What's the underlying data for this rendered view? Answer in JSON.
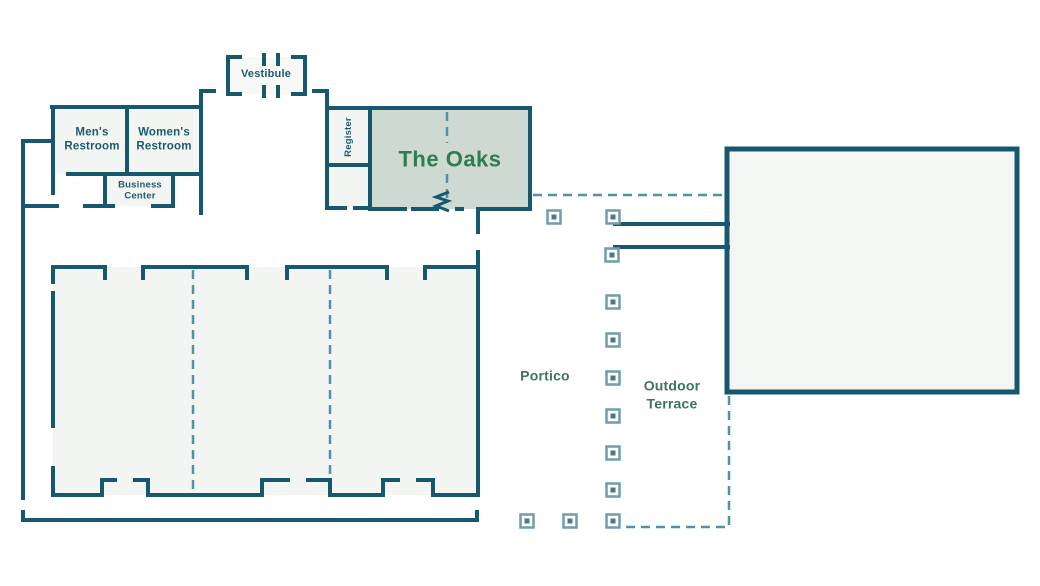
{
  "diagram": {
    "type": "floor-plan",
    "rooms": {
      "vestibule": {
        "label": "Vestibule"
      },
      "mens_restroom": {
        "label": "Men's Restroom"
      },
      "womens_restroom": {
        "label": "Women's Restroom"
      },
      "business_center": {
        "label": "Business Center"
      },
      "register": {
        "label": "Register"
      },
      "the_oaks": {
        "label": "The Oaks",
        "highlighted": true
      },
      "portico": {
        "label": "Portico"
      },
      "outdoor_terrace": {
        "label": "Outdoor Terrace"
      }
    },
    "colors": {
      "wall": "#17586e",
      "room_fill": "#f2f5f2",
      "highlight_fill": "#cdd9d1",
      "highlight_text": "#2d7c53",
      "outdoor_label_text": "#3e7362",
      "label_text": "#1d5a70",
      "dashed_line": "#4f93a4",
      "pillar_border": "#6f9daa"
    }
  }
}
